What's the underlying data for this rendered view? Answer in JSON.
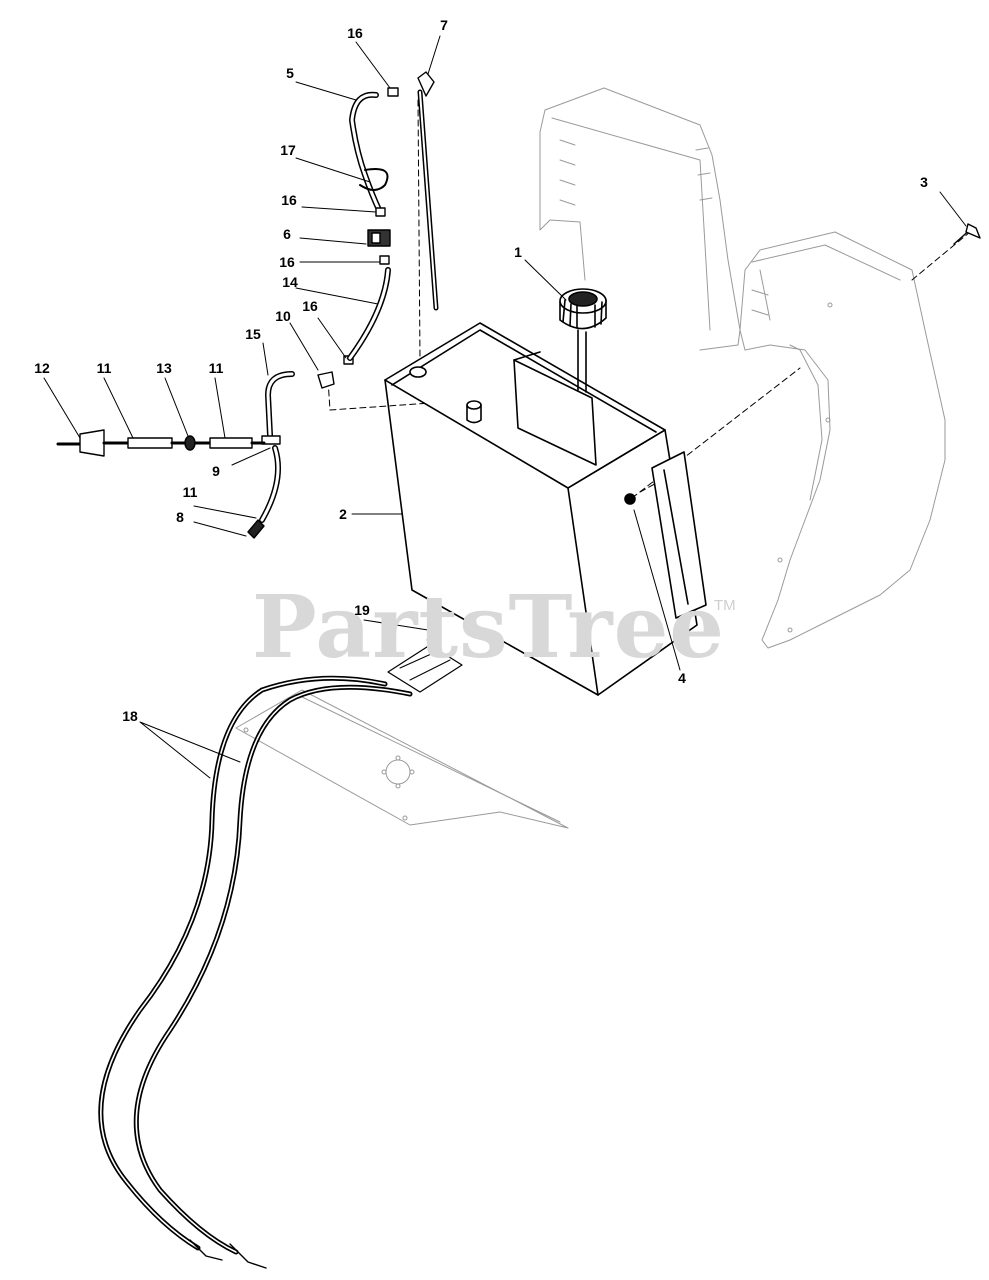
{
  "watermark": {
    "brand": "PartsTree",
    "trademark": "TM"
  },
  "callouts": {
    "c1": "1",
    "c2": "2",
    "c3": "3",
    "c4": "4",
    "c5": "5",
    "c6": "6",
    "c7": "7",
    "c8": "8",
    "c9": "9",
    "c10": "10",
    "c11a": "11",
    "c11b": "11",
    "c11c": "11",
    "c12": "12",
    "c13": "13",
    "c14": "14",
    "c15": "15",
    "c16a": "16",
    "c16b": "16",
    "c16c": "16",
    "c16d": "16",
    "c17": "17",
    "c18": "18",
    "c19": "19"
  },
  "colors": {
    "ink": "#000000",
    "frame_line": "#9a9a9a",
    "watermark": "#d8d8d8"
  }
}
